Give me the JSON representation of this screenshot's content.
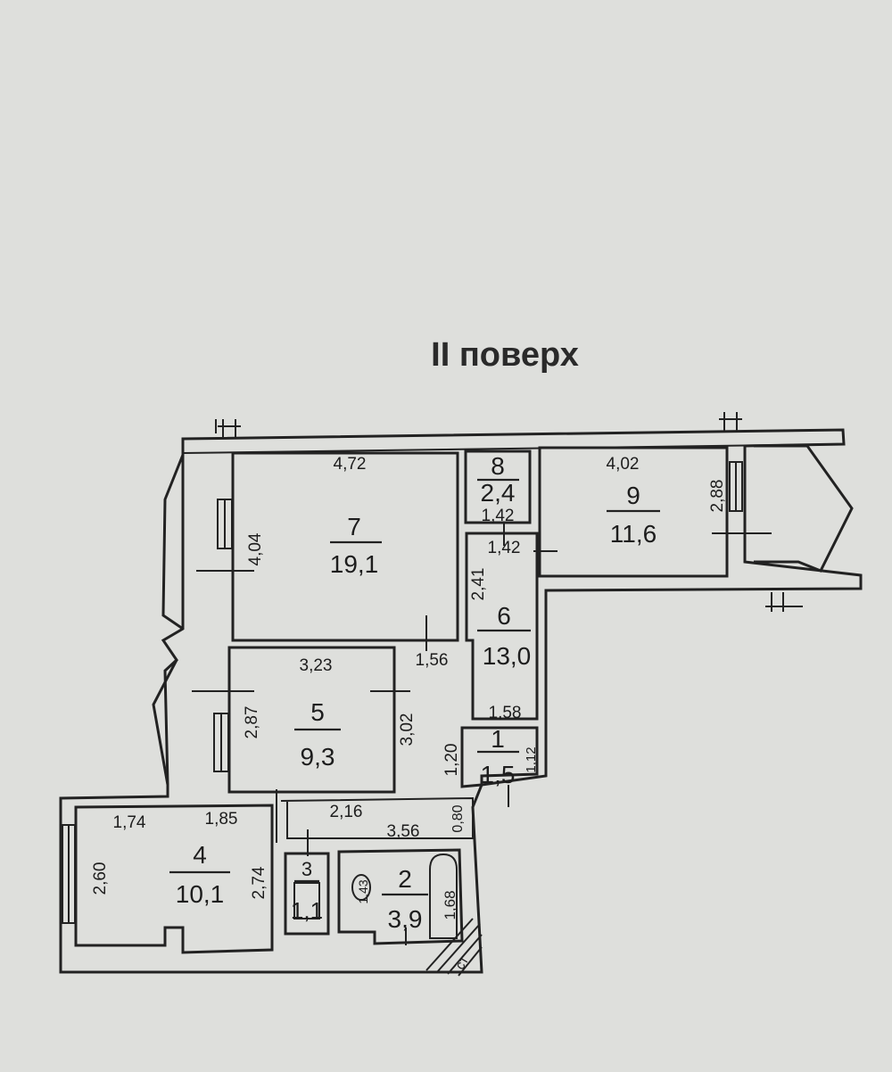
{
  "title": "II поверх",
  "rooms": [
    {
      "id": "7",
      "number": "7",
      "area": "19,1",
      "dims": [
        "4,72",
        "4,04"
      ]
    },
    {
      "id": "8",
      "number": "8",
      "area": "2,4",
      "dims": [
        "1,42"
      ]
    },
    {
      "id": "9",
      "number": "9",
      "area": "11,6",
      "dims": [
        "4,02",
        "2,88"
      ]
    },
    {
      "id": "6",
      "number": "6",
      "area": "13,0",
      "dims": [
        "1,42",
        "2,41",
        "1,56"
      ]
    },
    {
      "id": "5",
      "number": "5",
      "area": "9,3",
      "dims": [
        "3,23",
        "2,87",
        "3,02"
      ]
    },
    {
      "id": "1",
      "number": "1",
      "area": "1,5",
      "dims": [
        "1,58",
        "1,20",
        "1,12"
      ]
    },
    {
      "id": "4",
      "number": "4",
      "area": "10,1",
      "dims": [
        "1,74",
        "1,85",
        "2,60",
        "2,74"
      ]
    },
    {
      "id": "corr",
      "dims": [
        "2,16",
        "0,80"
      ]
    },
    {
      "id": "3",
      "number": "3",
      "area": "1,1"
    },
    {
      "id": "2",
      "number": "2",
      "area": "3,9",
      "dims": [
        "3,56",
        "1,43",
        "1,68"
      ]
    }
  ],
  "stamp": "ст"
}
